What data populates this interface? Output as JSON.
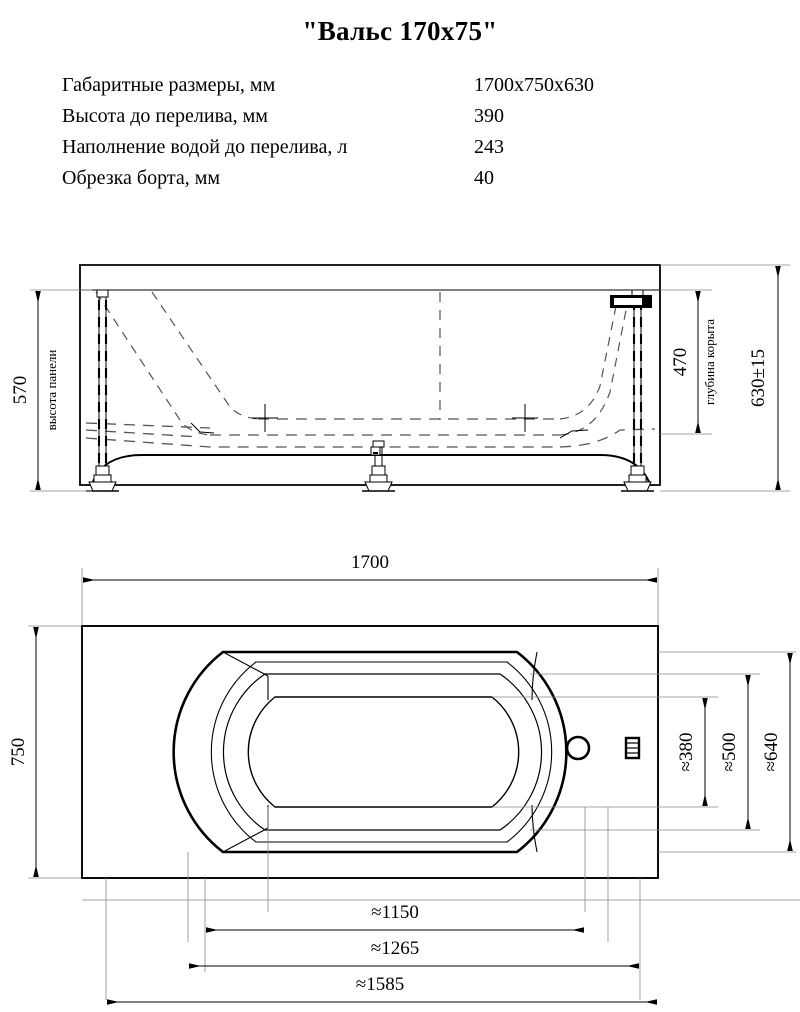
{
  "title": "\"Вальс 170x75\"",
  "specs": [
    {
      "label": "Габаритные размеры, мм",
      "value": "1700x750x630"
    },
    {
      "label": "Высота до перелива, мм",
      "value": "390"
    },
    {
      "label": "Наполнение водой до перелива, л",
      "value": "243"
    },
    {
      "label": "Обрезка борта, мм",
      "value": "40"
    }
  ],
  "elevation": {
    "dim_panel_height": "570",
    "label_panel_height": "высота панели",
    "dim_bowl_depth": "470",
    "label_bowl_depth": "глубина корыта",
    "dim_total_height": "630±15"
  },
  "plan": {
    "dim_length": "1700",
    "dim_width": "750",
    "dim_v1": "≈380",
    "dim_v2": "≈500",
    "dim_v3": "≈640",
    "dim_h1": "≈1150",
    "dim_h2": "≈1265",
    "dim_h3": "≈1585"
  },
  "chart_data": {
    "type": "table",
    "title": "\"Вальс 170x75\"",
    "categories": [
      "Габаритные размеры, мм",
      "Высота до перелива, мм",
      "Наполнение водой до перелива, л",
      "Обрезка борта, мм"
    ],
    "values": [
      "1700x750x630",
      "390",
      "243",
      "40"
    ],
    "annotations": [
      {
        "name": "panel-height",
        "value": 570,
        "unit": "mm",
        "label": "высота панели"
      },
      {
        "name": "bowl-depth",
        "value": 470,
        "unit": "mm",
        "label": "глубина корыта"
      },
      {
        "name": "total-height",
        "value": "630±15",
        "unit": "mm",
        "label": ""
      },
      {
        "name": "overall-length",
        "value": 1700,
        "unit": "mm",
        "label": ""
      },
      {
        "name": "overall-width",
        "value": 750,
        "unit": "mm",
        "label": ""
      },
      {
        "name": "inner-width-bottom",
        "value": "≈380",
        "unit": "mm",
        "label": ""
      },
      {
        "name": "inner-width-mid",
        "value": "≈500",
        "unit": "mm",
        "label": ""
      },
      {
        "name": "inner-width-top",
        "value": "≈640",
        "unit": "mm",
        "label": ""
      },
      {
        "name": "inner-length-bottom",
        "value": "≈1150",
        "unit": "mm",
        "label": ""
      },
      {
        "name": "inner-length-mid",
        "value": "≈1265",
        "unit": "mm",
        "label": ""
      },
      {
        "name": "inner-length-top",
        "value": "≈1585",
        "unit": "mm",
        "label": ""
      }
    ],
    "xlabel": "",
    "ylabel": ""
  }
}
